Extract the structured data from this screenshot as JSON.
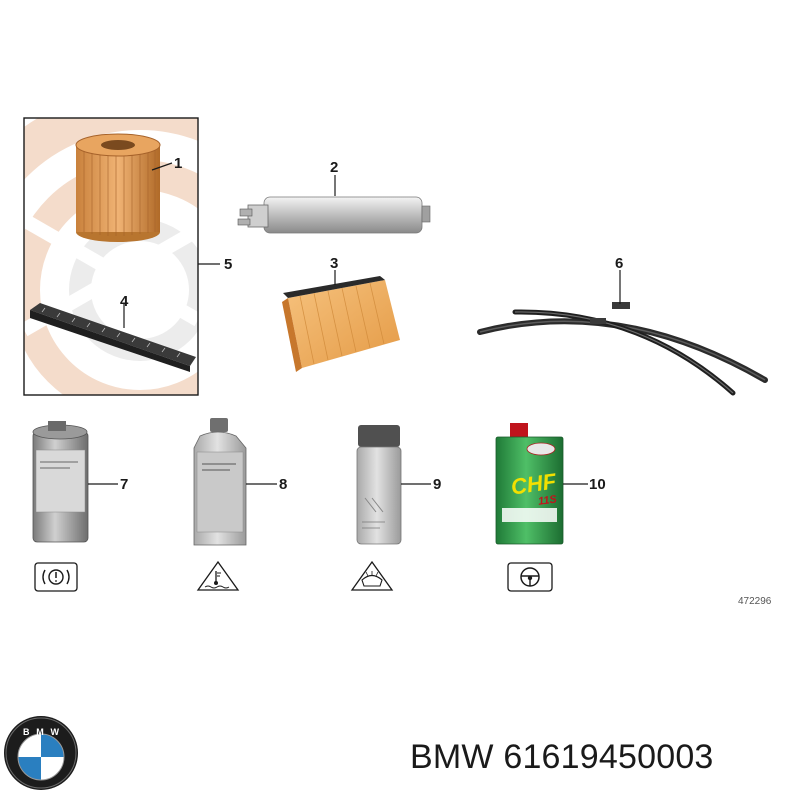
{
  "callouts": [
    "1",
    "2",
    "3",
    "4",
    "5",
    "6",
    "7",
    "8",
    "9",
    "10"
  ],
  "catalog_number": "472296",
  "footer": {
    "brand": "BMW",
    "part_number": "61619450003",
    "text": "BMW 61619450003"
  },
  "can_label": {
    "brand": "CHF",
    "sub": "11S"
  },
  "logo": {
    "letters": "BMW"
  },
  "icons": [
    "brake-warning-icon",
    "coolant-temperature-icon",
    "windshield-washer-icon",
    "steering-wheel-icon"
  ],
  "colors": {
    "filter_orange": "#e8a560",
    "bmw_blue": "#2a7fc0",
    "can_green": "#2e9a4a",
    "background_arc": "#f2d6c0"
  }
}
